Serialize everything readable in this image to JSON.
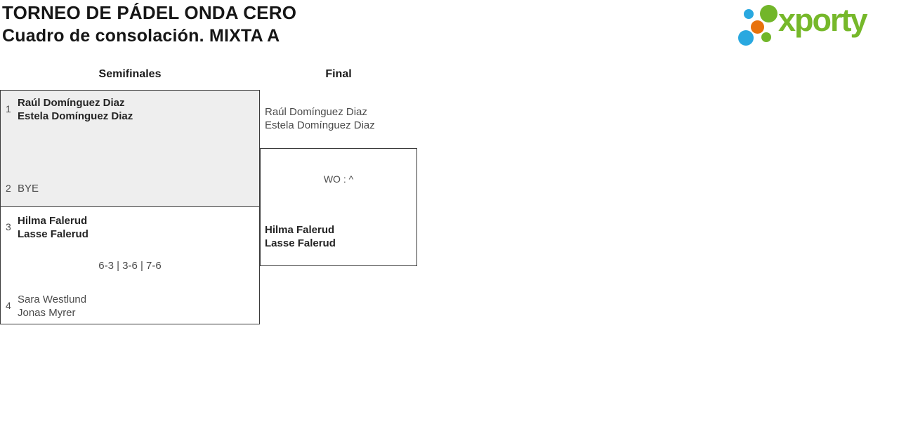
{
  "header": {
    "title": "TORNEO DE PÁDEL ONDA CERO",
    "subtitle": "Cuadro de consolación. MIXTA A"
  },
  "logo": {
    "brand": "xporty",
    "colors": {
      "green": "#76b82a",
      "blue": "#29a8e0",
      "orange": "#e8720c"
    }
  },
  "bracket": {
    "rounds": [
      {
        "label": "Semifinales"
      },
      {
        "label": "Final"
      }
    ],
    "semifinal1": {
      "seed_top": "1",
      "team_top": [
        "Raúl Domínguez Diaz",
        "Estela Domínguez Diaz"
      ],
      "seed_bottom": "2",
      "team_bottom": [
        "BYE"
      ],
      "score": ""
    },
    "semifinal2": {
      "seed_top": "3",
      "team_top": [
        "Hilma Falerud",
        "Lasse Falerud"
      ],
      "seed_bottom": "4",
      "team_bottom": [
        "Sara Westlund",
        "Jonas Myrer"
      ],
      "score": "6-3 | 3-6 | 7-6"
    },
    "final": {
      "team_top": [
        "Raúl Domínguez Diaz",
        "Estela Domínguez Diaz"
      ],
      "team_bottom": [
        "Hilma Falerud",
        "Lasse Falerud"
      ],
      "score": "WO : ^"
    }
  }
}
